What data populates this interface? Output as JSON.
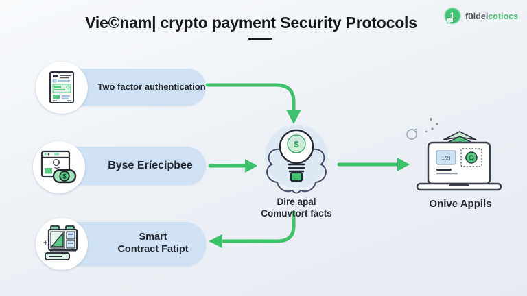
{
  "title": {
    "text": "Vie©nam| crypto payment Security Protocols"
  },
  "logo": {
    "brand_primary": "füldel",
    "brand_accent": "cotiocs",
    "mark": "1"
  },
  "pills": [
    {
      "label": "Two factor authentication",
      "icon": "document-form-icon"
    },
    {
      "label": "Byse Eríecipbee",
      "icon": "browser-payment-icon"
    },
    {
      "line1": "Smart",
      "line2": "Contract Fatipt",
      "icon": "smart-contract-icon"
    }
  ],
  "center_node": {
    "line1": "Dire apal",
    "line2": "Comuvtort facts",
    "icon": "lightbulb-idea-icon"
  },
  "right_node": {
    "caption": "Onive Appils",
    "card_text": "1/2)",
    "icon": "laptop-icon"
  },
  "symbols": {
    "currency": "$",
    "plus": "+"
  },
  "colors": {
    "accent_green": "#3ec06c",
    "pill_blue": "#cfe1f2",
    "title_dark": "#17181c",
    "logo_green": "#4cc57b",
    "glow_blue": "#dde8f3"
  }
}
